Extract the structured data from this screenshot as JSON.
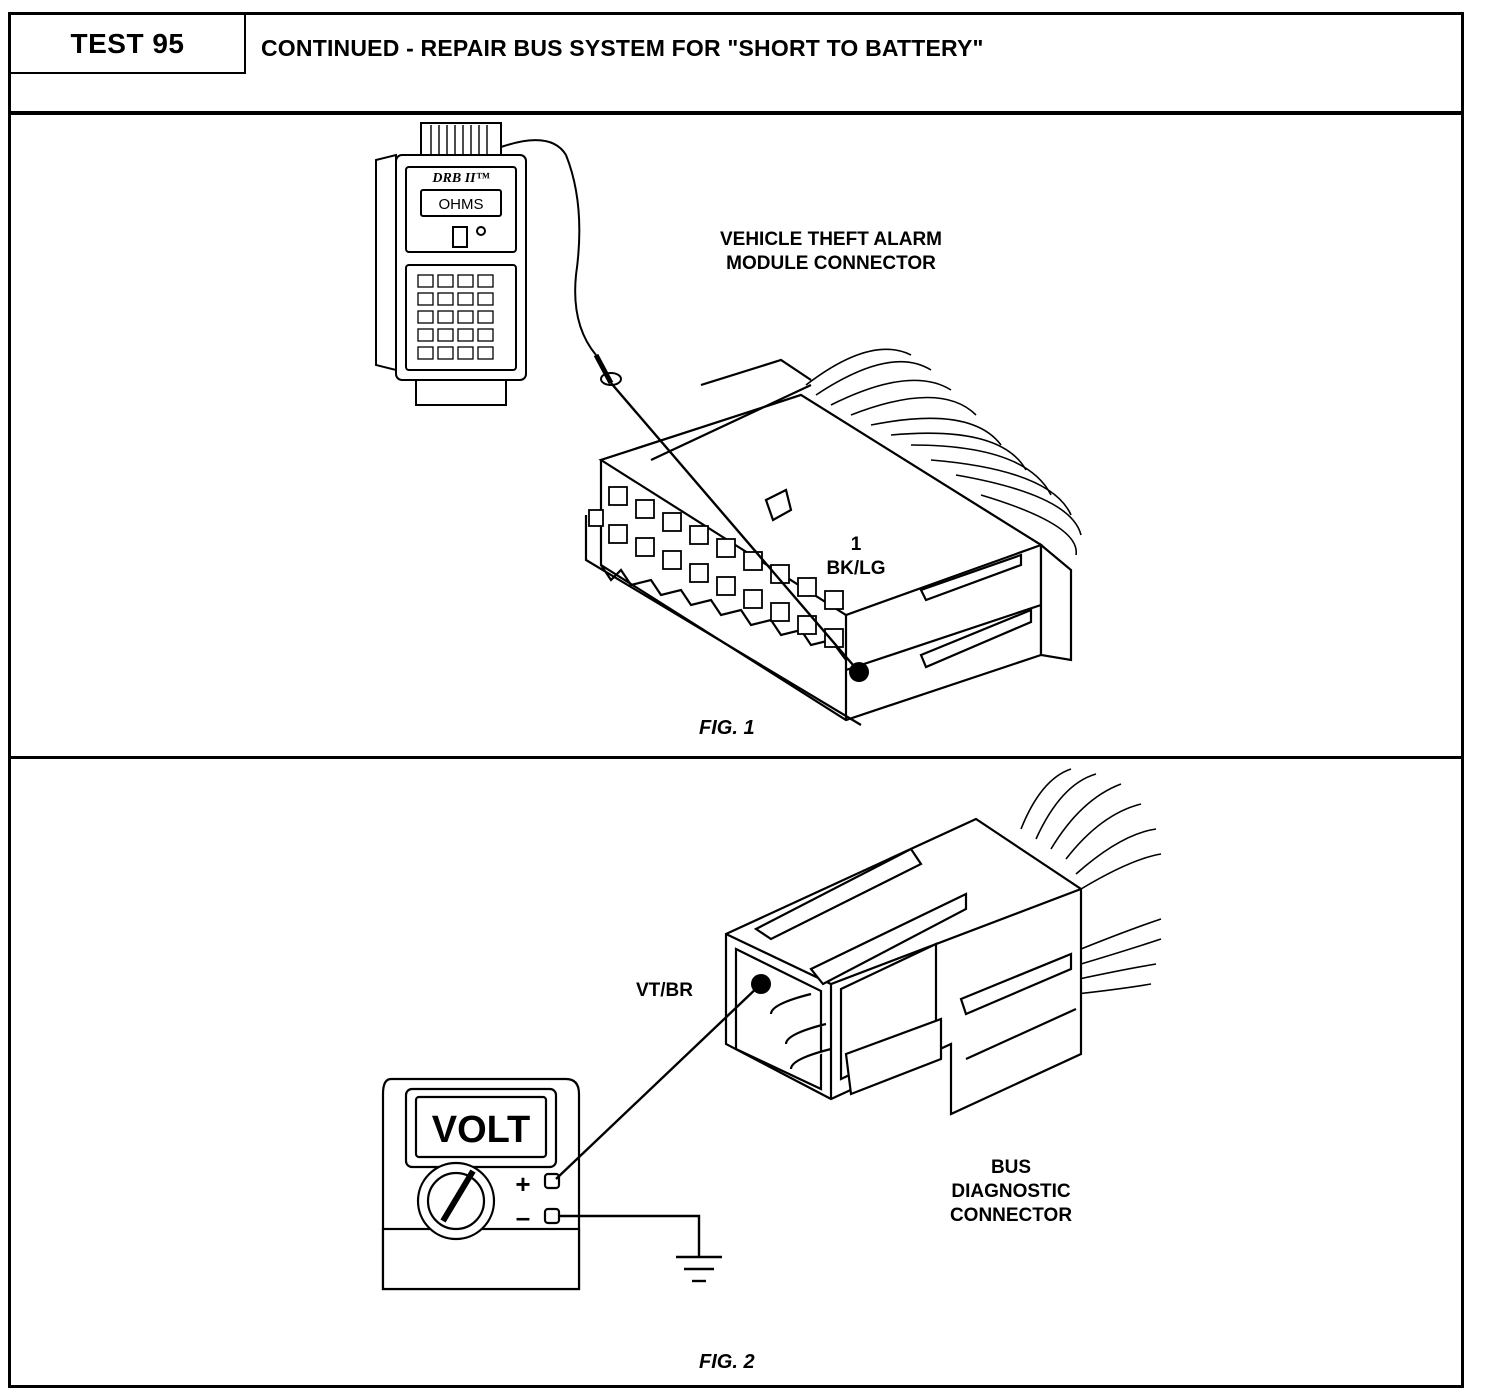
{
  "header": {
    "test_number": "TEST 95",
    "title": "CONTINUED - REPAIR BUS SYSTEM FOR \"SHORT TO BATTERY\""
  },
  "figure1": {
    "tester_brand": "DRB II™",
    "tester_display": "OHMS",
    "connector_label_line1": "VEHICLE THEFT ALARM",
    "connector_label_line2": "MODULE CONNECTOR",
    "pin_number": "1",
    "pin_wire": "BK/LG",
    "caption": "FIG. 1"
  },
  "figure2": {
    "meter_display": "VOLT",
    "plus_sign": "+",
    "minus_sign": "–",
    "wire_label": "VT/BR",
    "connector_label_line1": "BUS",
    "connector_label_line2": "DIAGNOSTIC",
    "connector_label_line3": "CONNECTOR",
    "caption": "FIG. 2"
  }
}
